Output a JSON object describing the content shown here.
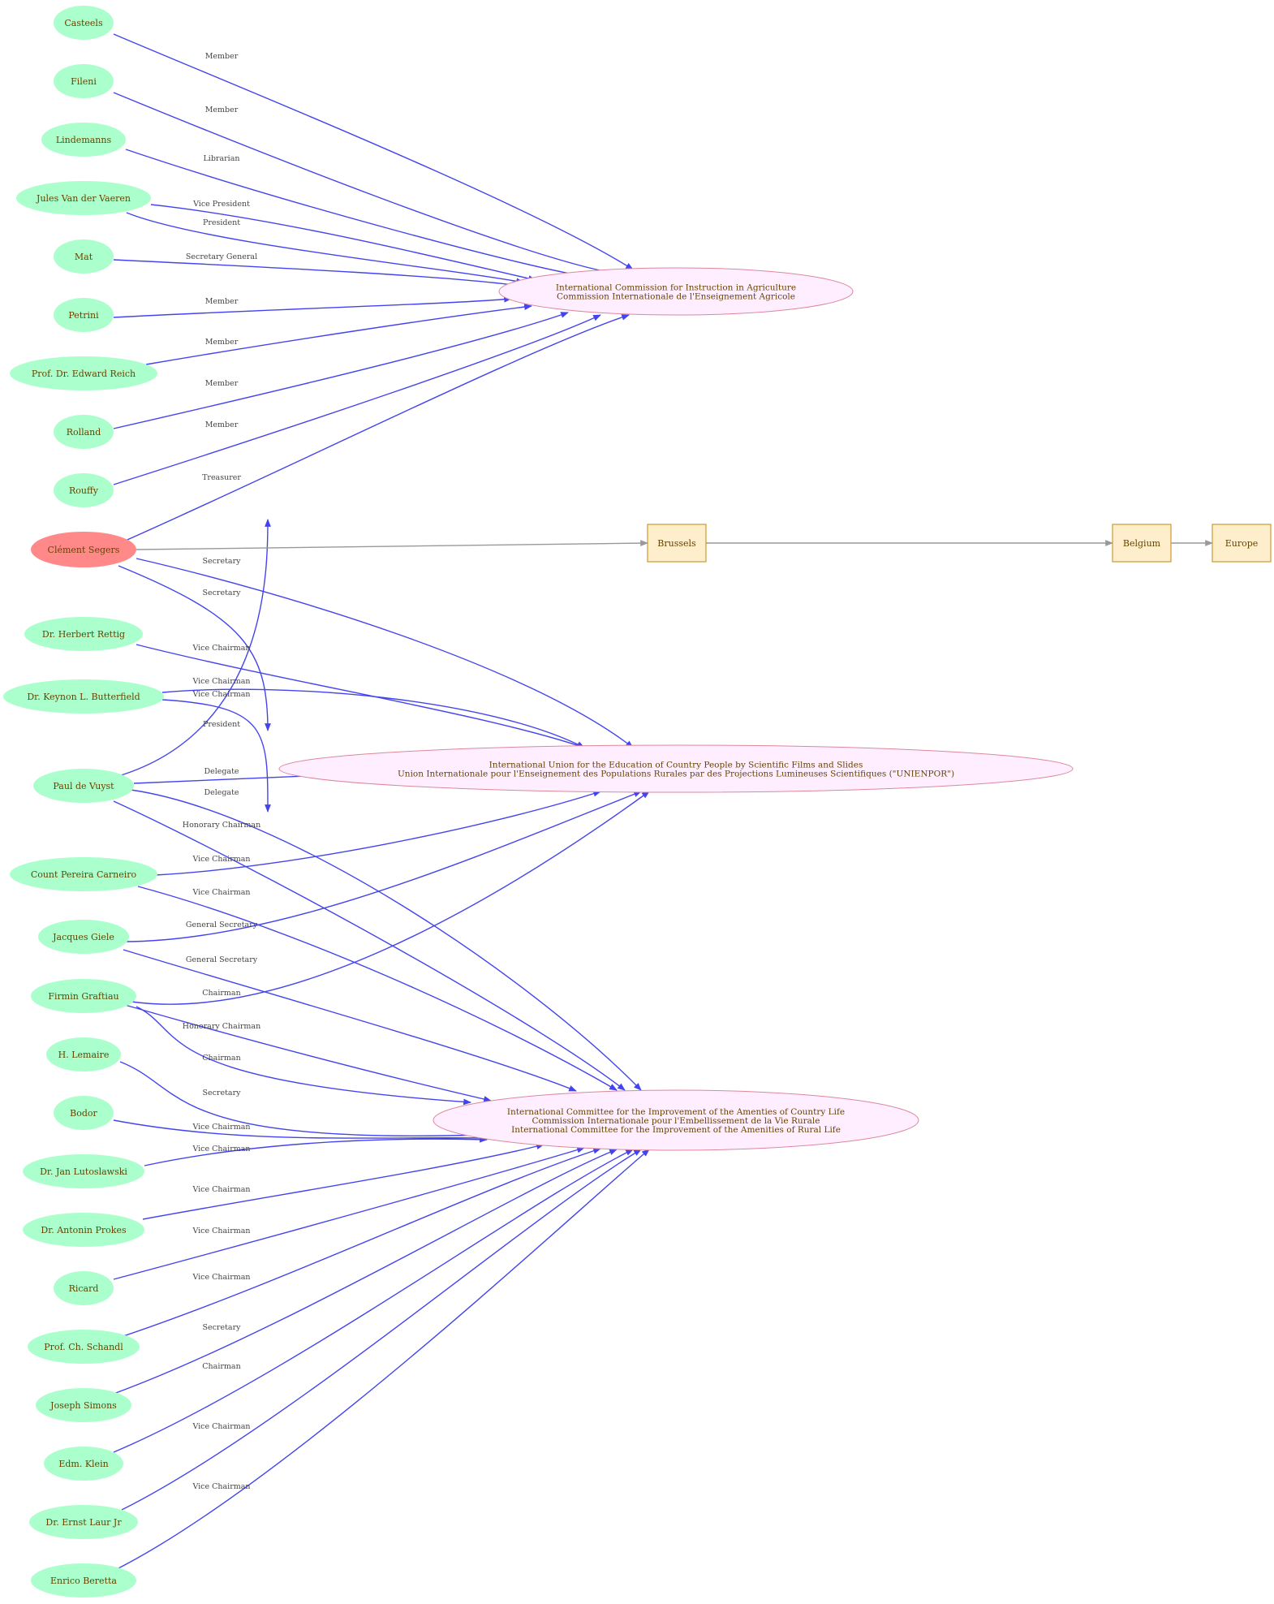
{
  "people": [
    {
      "id": "casteels",
      "name": "Casteels"
    },
    {
      "id": "fileni",
      "name": "Fileni"
    },
    {
      "id": "lindemanns",
      "name": "Lindemanns"
    },
    {
      "id": "vaeren",
      "name": "Jules Van der Vaeren"
    },
    {
      "id": "mat",
      "name": "Mat"
    },
    {
      "id": "petrini",
      "name": "Petrini"
    },
    {
      "id": "reich",
      "name": "Prof. Dr. Edward Reich"
    },
    {
      "id": "rolland",
      "name": "Rolland"
    },
    {
      "id": "rouffy",
      "name": "Rouffy"
    },
    {
      "id": "segers",
      "name": "Clément Segers",
      "focus": true
    },
    {
      "id": "rettig",
      "name": "Dr. Herbert Rettig"
    },
    {
      "id": "butterfield",
      "name": "Dr. Keynon L. Butterfield"
    },
    {
      "id": "vuyst",
      "name": "Paul de Vuyst"
    },
    {
      "id": "carneiro",
      "name": "Count Pereira Carneiro"
    },
    {
      "id": "giele",
      "name": "Jacques Giele"
    },
    {
      "id": "graftiau",
      "name": "Firmin Graftiau"
    },
    {
      "id": "lemaire",
      "name": "H. Lemaire"
    },
    {
      "id": "bodor",
      "name": "Bodor"
    },
    {
      "id": "lutoslawski",
      "name": "Dr. Jan Lutoslawski"
    },
    {
      "id": "prokes",
      "name": "Dr. Antonin Prokes"
    },
    {
      "id": "ricard",
      "name": "Ricard"
    },
    {
      "id": "schandl",
      "name": "Prof. Ch. Schandl"
    },
    {
      "id": "simons",
      "name": "Joseph Simons"
    },
    {
      "id": "klein",
      "name": "Edm. Klein"
    },
    {
      "id": "laur",
      "name": "Dr. Ernst  Laur Jr"
    },
    {
      "id": "beretta",
      "name": "Enrico Beretta"
    }
  ],
  "organizations": [
    {
      "id": "icia",
      "lines": [
        "International Commission for Instruction in Agriculture",
        "Commission Internationale de l'Enseignement Agricole"
      ]
    },
    {
      "id": "uni",
      "lines": [
        "International Union for the Education of Country People by Scientific Films and Slides",
        "Union Internationale pour l'Enseignement des Populations Rurales par des Projections Lumineuses Scientifiques (\"UNIENPOR\")"
      ]
    },
    {
      "id": "icac",
      "lines": [
        "International Committee for the Improvement of the Amenties of Country Life",
        "Commission Internationale pour l'Embellissement de la Vie Rurale",
        "International Committee for the Improvement of the Amenities of Rural Life"
      ]
    }
  ],
  "places": [
    {
      "id": "brussels",
      "name": "Brussels"
    },
    {
      "id": "belgium",
      "name": "Belgium"
    },
    {
      "id": "europe",
      "name": "Europe"
    }
  ],
  "edges": [
    {
      "from": "casteels",
      "to": "icia",
      "label": "Member"
    },
    {
      "from": "fileni",
      "to": "icia",
      "label": "Member"
    },
    {
      "from": "lindemanns",
      "to": "icia",
      "label": "Librarian"
    },
    {
      "from": "vaeren",
      "to": "icia",
      "label": "Vice President"
    },
    {
      "from": "vaeren",
      "to": "icia",
      "label": "President"
    },
    {
      "from": "mat",
      "to": "icia",
      "label": "Secretary General"
    },
    {
      "from": "petrini",
      "to": "icia",
      "label": "Member"
    },
    {
      "from": "reich",
      "to": "icia",
      "label": "Member"
    },
    {
      "from": "rolland",
      "to": "icia",
      "label": "Member"
    },
    {
      "from": "rouffy",
      "to": "icia",
      "label": "Member"
    },
    {
      "from": "segers",
      "to": "icia",
      "label": "Treasurer"
    },
    {
      "from": "segers",
      "to": "uni",
      "label": "Secretary"
    },
    {
      "from": "segers",
      "to": "icac",
      "label": "Secretary"
    },
    {
      "from": "rettig",
      "to": "uni",
      "label": "Vice Chairman"
    },
    {
      "from": "butterfield",
      "to": "uni",
      "label": "Vice Chairman"
    },
    {
      "from": "butterfield",
      "to": "icac",
      "label": "Vice Chairman"
    },
    {
      "from": "vuyst",
      "to": "icia",
      "label": "President"
    },
    {
      "from": "vuyst",
      "to": "uni",
      "label": "Delegate"
    },
    {
      "from": "vuyst",
      "to": "icac",
      "label": "Delegate"
    },
    {
      "from": "vuyst",
      "to": "icac",
      "label": "Honorary Chairman"
    },
    {
      "from": "carneiro",
      "to": "uni",
      "label": "Vice Chairman"
    },
    {
      "from": "carneiro",
      "to": "icac",
      "label": "Vice Chairman"
    },
    {
      "from": "giele",
      "to": "uni",
      "label": "General Secretary"
    },
    {
      "from": "giele",
      "to": "icac",
      "label": "General Secretary"
    },
    {
      "from": "graftiau",
      "to": "uni",
      "label": "Chairman"
    },
    {
      "from": "graftiau",
      "to": "icac",
      "label": "Honorary Chairman"
    },
    {
      "from": "graftiau",
      "to": "icac",
      "label": "Chairman"
    },
    {
      "from": "lemaire",
      "to": "icac",
      "label": "Secretary"
    },
    {
      "from": "bodor",
      "to": "icac",
      "label": "Vice Chairman"
    },
    {
      "from": "lutoslawski",
      "to": "icac",
      "label": "Vice Chairman"
    },
    {
      "from": "prokes",
      "to": "icac",
      "label": "Vice Chairman"
    },
    {
      "from": "ricard",
      "to": "icac",
      "label": "Vice Chairman"
    },
    {
      "from": "schandl",
      "to": "icac",
      "label": "Vice Chairman"
    },
    {
      "from": "simons",
      "to": "icac",
      "label": "Secretary"
    },
    {
      "from": "klein",
      "to": "icac",
      "label": "Chairman"
    },
    {
      "from": "laur",
      "to": "icac",
      "label": "Vice Chairman"
    },
    {
      "from": "beretta",
      "to": "icac",
      "label": "Vice Chairman"
    }
  ],
  "geo_edges": [
    {
      "from": "segers",
      "to": "brussels"
    },
    {
      "from": "brussels",
      "to": "belgium"
    },
    {
      "from": "belgium",
      "to": "europe"
    }
  ]
}
